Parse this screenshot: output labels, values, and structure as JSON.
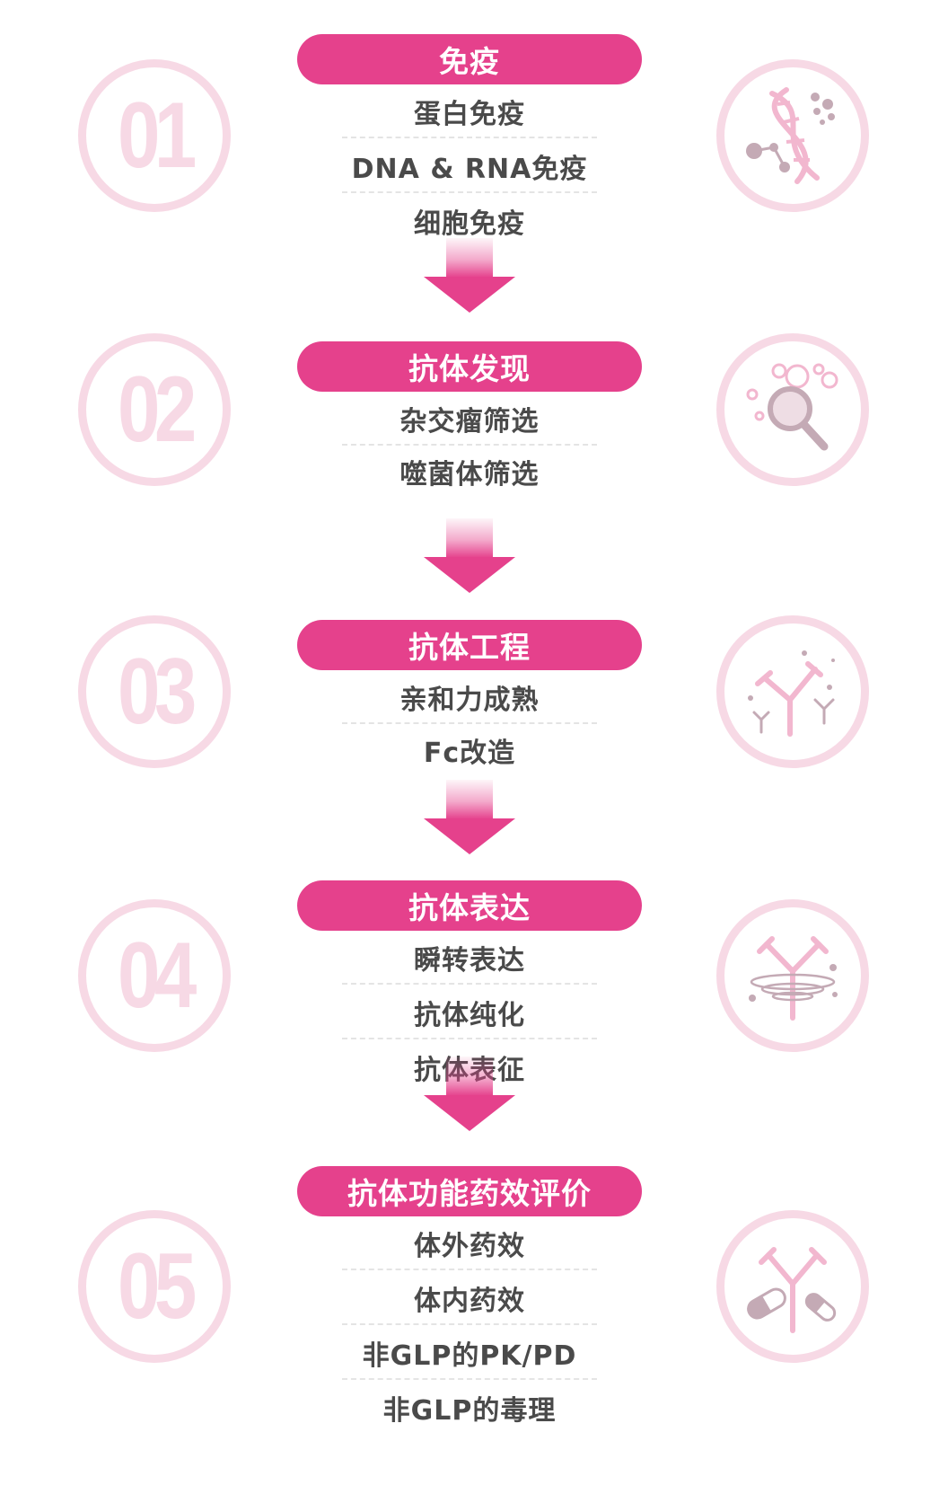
{
  "colors": {
    "accent": "#e5418c",
    "circle": "#f7d9e5",
    "text": "#4a4a4a",
    "icon_gray": "#c4aab5",
    "icon_pink": "#f2a9c7"
  },
  "steps": [
    {
      "number": "01",
      "title": "免疫",
      "icon": "dna-molecule-icon",
      "items": [
        "蛋白免疫",
        "DNA & RNA免疫",
        "细胞免疫"
      ]
    },
    {
      "number": "02",
      "title": "抗体发现",
      "icon": "magnifier-icon",
      "items": [
        "杂交瘤筛选",
        "噬菌体筛选"
      ]
    },
    {
      "number": "03",
      "title": "抗体工程",
      "icon": "antibodies-icon",
      "items": [
        "亲和力成熟",
        "Fc改造"
      ]
    },
    {
      "number": "04",
      "title": "抗体表达",
      "icon": "antibody-vortex-icon",
      "items": [
        "瞬转表达",
        "抗体纯化",
        "抗体表征"
      ]
    },
    {
      "number": "05",
      "title": "抗体功能药效评价",
      "icon": "antibody-capsule-icon",
      "items": [
        "体外药效",
        "体内药效",
        "非GLP的PK/PD",
        "非GLP的毒理"
      ]
    }
  ]
}
